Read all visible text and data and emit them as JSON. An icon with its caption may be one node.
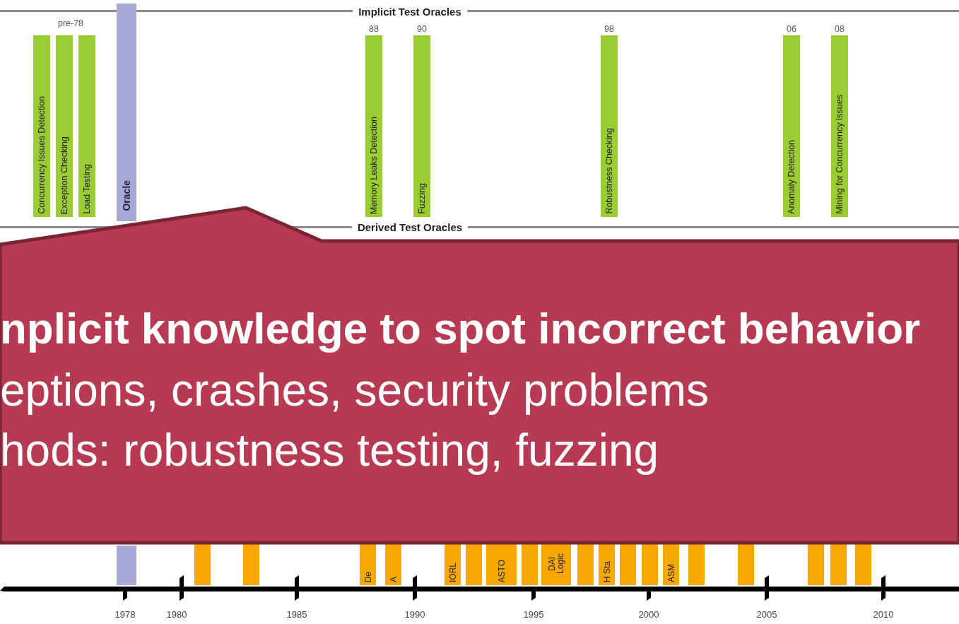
{
  "diagram": {
    "nodes": [
      {
        "text": [
          "Concurrency Issues Detection"
        ]
      },
      {
        "text": [
          "Exception Checking"
        ]
      },
      {
        "text": [
          "Load Testing"
        ]
      },
      {
        "text": [
          "Memory Leaks Detection"
        ],
        "beside": [
          "88"
        ]
      },
      {
        "text": [
          "Fuzzing"
        ],
        "beside": [
          "90"
        ]
      },
      {
        "text": [
          "Robustness Checking"
        ],
        "beside": [
          "98"
        ]
      },
      {
        "text": [
          "Anomaly Detection"
        ],
        "beside": [
          "06"
        ]
      },
      {
        "text": [
          "Mining for Concurrency Issues"
        ],
        "beside": [
          "08"
        ]
      },
      {
        "text": [
          "Oracle"
        ]
      },
      {
        "text": [
          "nplicit knowledge to spot incorrect behavior",
          "eptions, crashes, security problems",
          "hods: robustness testing, fuzzing"
        ]
      },
      {
        "text": [],
        "shape": "bar"
      },
      {
        "text": [],
        "shape": "bar"
      },
      {
        "text": [
          "De"
        ]
      },
      {
        "text": [
          "A"
        ]
      },
      {
        "text": [
          "IORL"
        ]
      },
      {
        "text": [],
        "shape": "bar"
      },
      {
        "text": [
          "ASTO"
        ]
      },
      {
        "text": [],
        "shape": "bar"
      },
      {
        "text": [
          "DAI Logic"
        ]
      },
      {
        "text": [],
        "shape": "bar"
      },
      {
        "text": [
          "H Sta"
        ]
      },
      {
        "text": [],
        "shape": "bar"
      },
      {
        "text": [],
        "shape": "bar"
      },
      {
        "text": [
          "ASM"
        ]
      },
      {
        "text": [],
        "shape": "bar"
      },
      {
        "text": [],
        "shape": "bar"
      },
      {
        "text": [],
        "shape": "bar"
      },
      {
        "text": [],
        "shape": "bar"
      },
      {
        "text": [],
        "shape": "bar"
      }
    ],
    "labels": [
      "Implicit Test Oracles",
      "pre-78",
      "Derived Test Oracles",
      "1978",
      "1980",
      "1985",
      "1990",
      "1995",
      "2000",
      "2005",
      "2010"
    ]
  }
}
